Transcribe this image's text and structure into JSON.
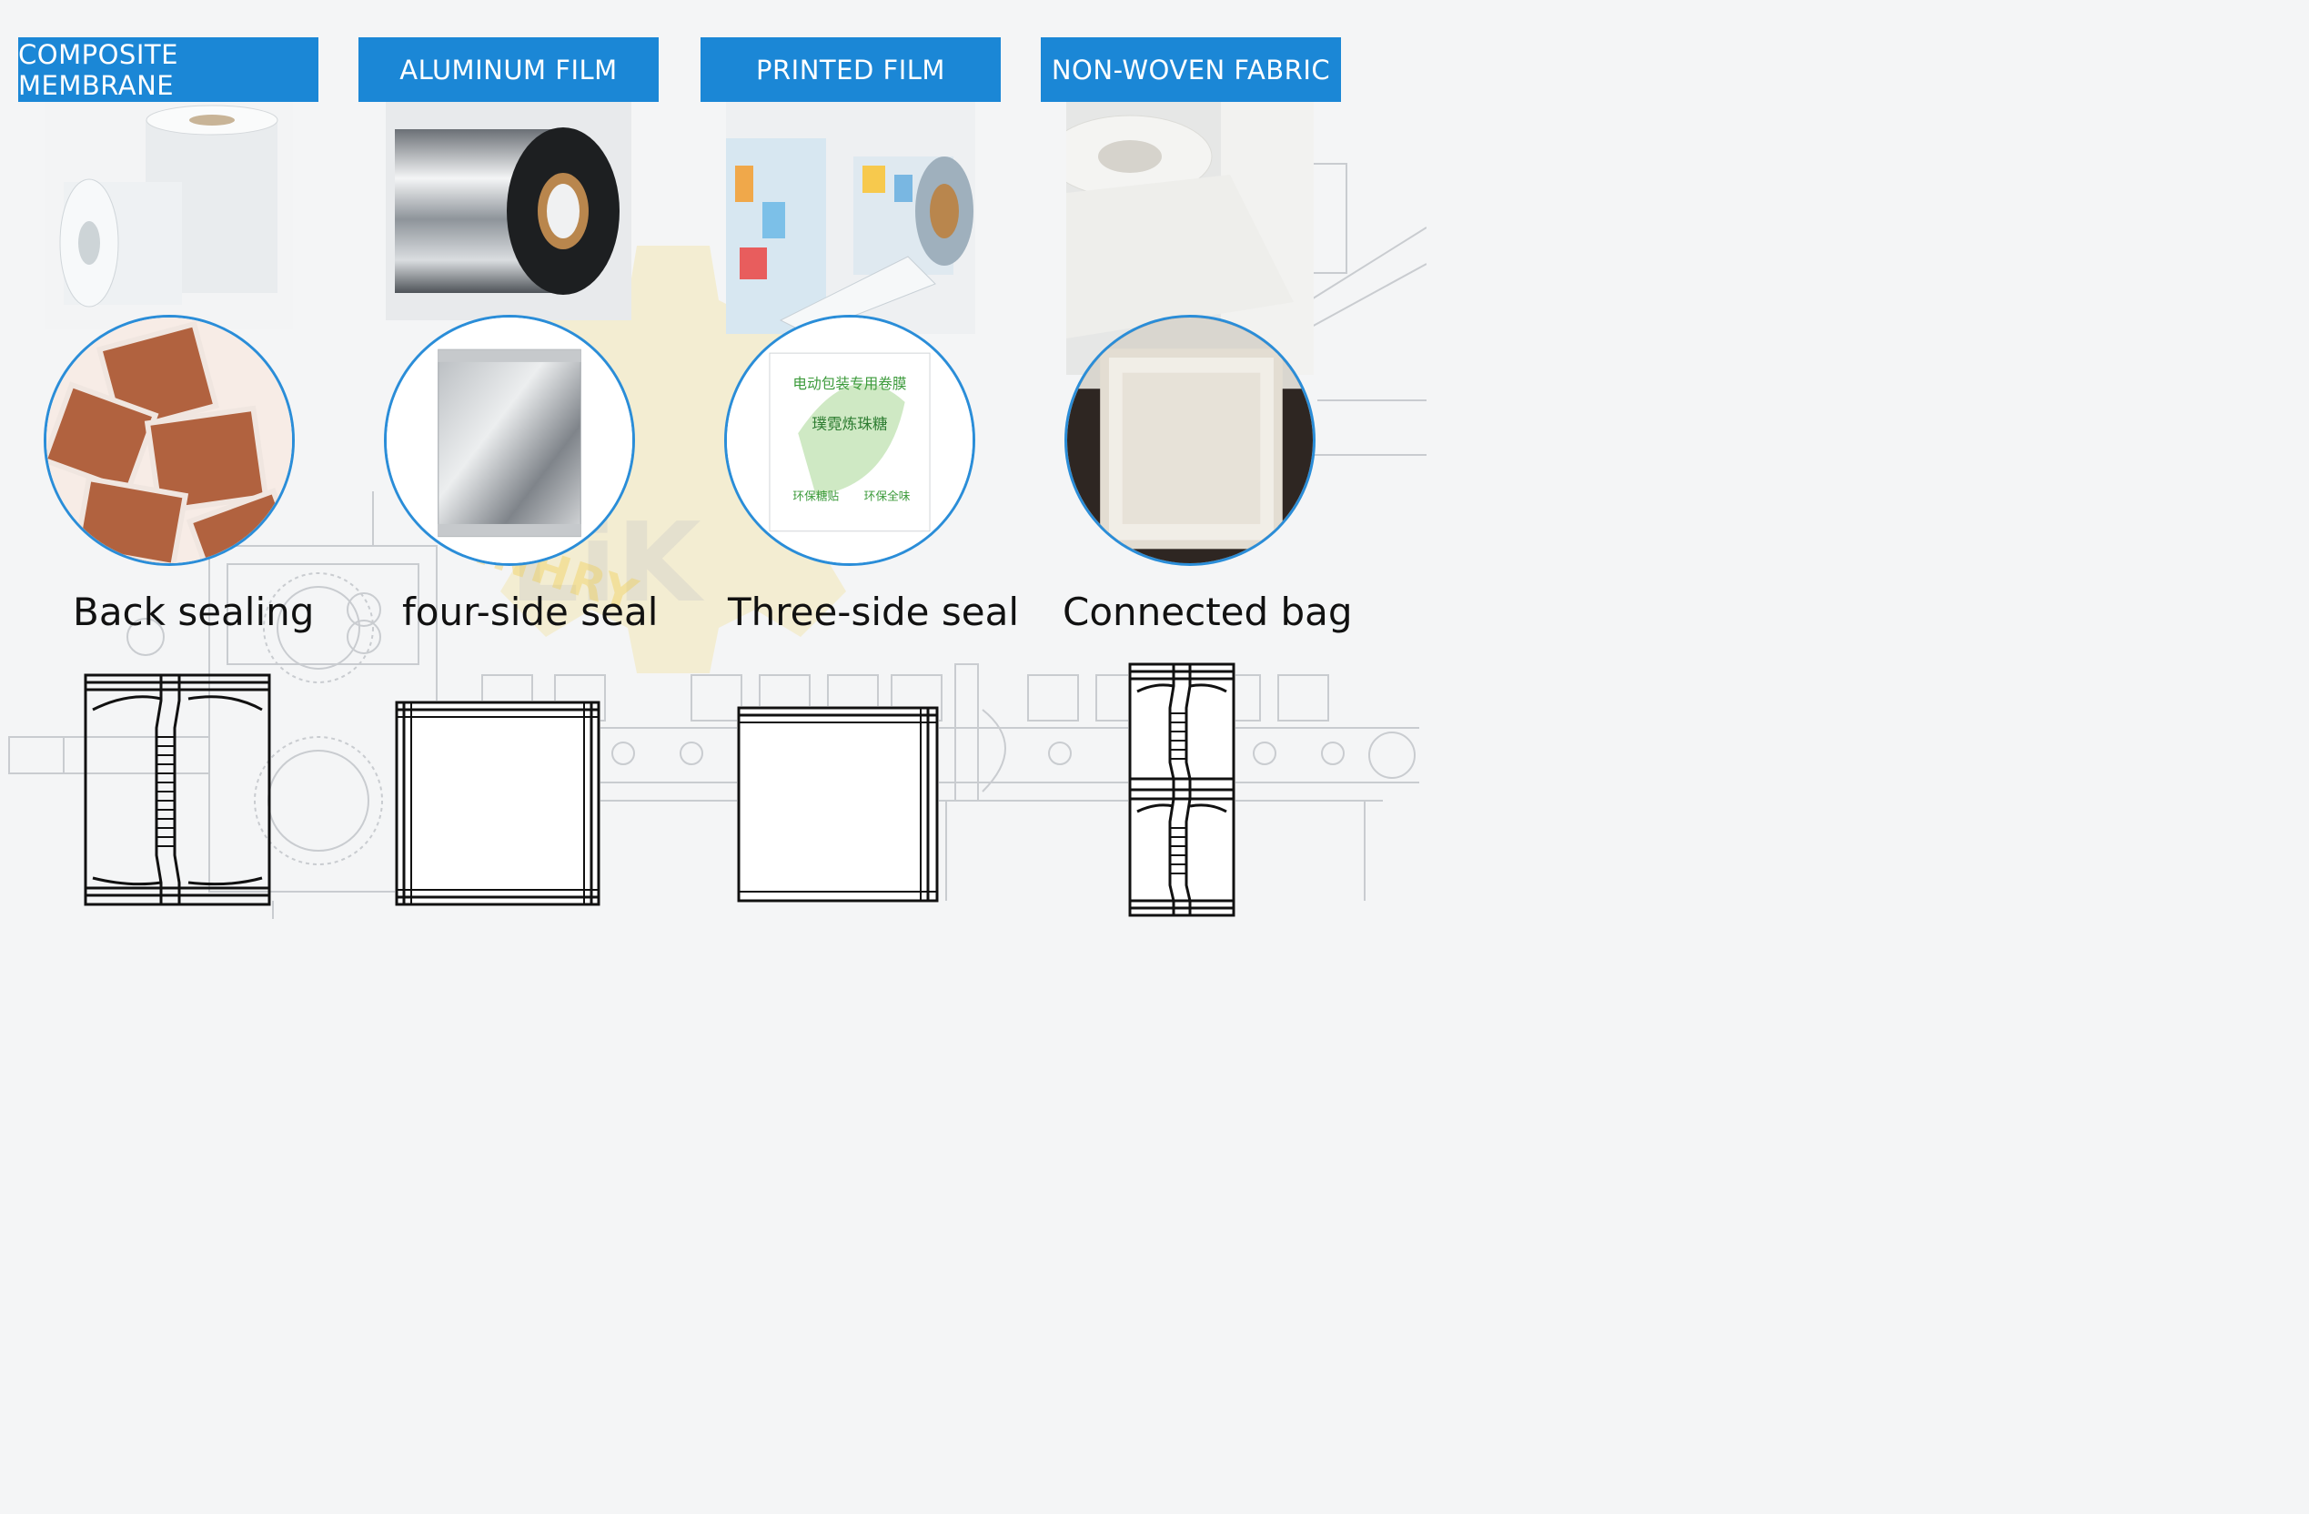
{
  "categories": [
    {
      "title": "COMPOSITE MEMBRANE",
      "seal": "Back sealing"
    },
    {
      "title": "ALUMINUM FILM",
      "seal": "four-side seal"
    },
    {
      "title": "PRINTED FILM",
      "seal": "Three-side seal"
    },
    {
      "title": "NON-WOVEN FABRIC",
      "seal": "Connected bag"
    }
  ],
  "pouch_print": {
    "line1": "电动包装专用卷膜",
    "line2": "璞霓炼珠糖",
    "line3": "环保糖贴",
    "line4": "环保全味"
  },
  "watermark": "INHRY",
  "colors": {
    "header_blue": "#1b87d6",
    "circle_border": "#2a8dd8"
  }
}
